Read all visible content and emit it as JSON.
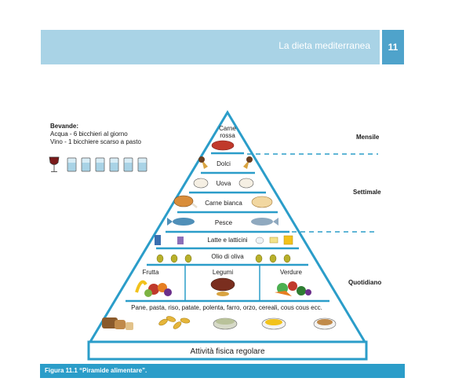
{
  "header": {
    "title": "La dieta mediterranea",
    "page_number": "11"
  },
  "beverages": {
    "title": "Bevande:",
    "line1": "Acqua - 6 bicchieri al giorno",
    "line2": "Vino - 1 bicchiere scarso a pasto",
    "water_glasses": 6,
    "wine_glasses": 1
  },
  "frequency": {
    "monthly": "Mensile",
    "weekly": "Settimale",
    "daily": "Quotidiano"
  },
  "pyramid": {
    "top_line1": "Carne",
    "top_line2": "rossa",
    "tiers": [
      "Dolci",
      "Uova",
      "Carne bianca",
      "Pesce",
      "Latte e latticini",
      "Olio di oliva"
    ],
    "fruit": "Frutta",
    "legumes": "Legumi",
    "vegetables": "Verdure",
    "grains": "Pane, pasta, riso, patate, polenta, farro, orzo, cereali, cous cous ecc.",
    "base": "Attività fisica regolare"
  },
  "caption": "Figura 11.1 “Piramide alimentare”."
}
